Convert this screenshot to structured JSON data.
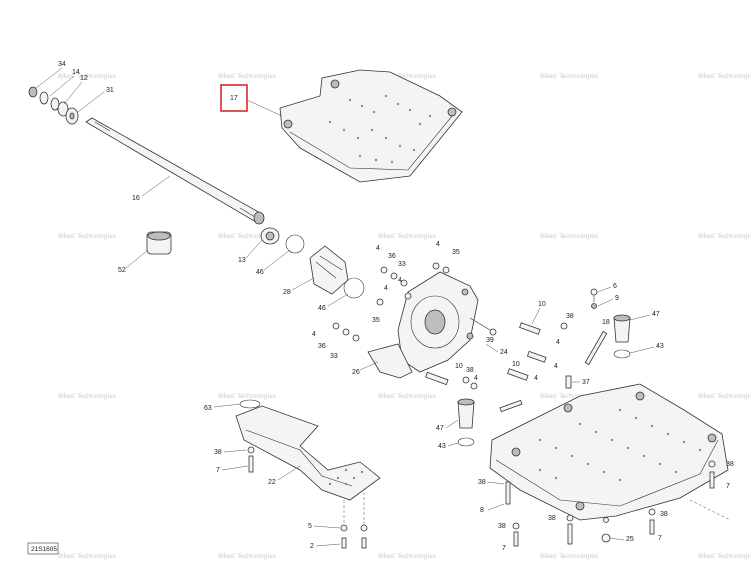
{
  "diagram_ref": "21S1605",
  "watermark": {
    "line1": "Bikes' Technologies"
  },
  "callouts": {
    "c2": "2",
    "c4": "4",
    "c5": "5",
    "c6": "6",
    "c7": "7",
    "c8": "8",
    "c9": "9",
    "c10": "10",
    "c12": "12",
    "c13": "13",
    "c14": "14",
    "c16": "16",
    "c17": "17",
    "c18": "18",
    "c22": "22",
    "c24": "24",
    "c25": "25",
    "c26": "26",
    "c28": "28",
    "c31": "31",
    "c33": "33",
    "c34": "34",
    "c35": "35",
    "c36": "36",
    "c37": "37",
    "c38": "38",
    "c39": "39",
    "c43": "43",
    "c46": "46",
    "c47": "47",
    "c52": "52",
    "c63": "63"
  },
  "highlight_color": "#d21f1f"
}
